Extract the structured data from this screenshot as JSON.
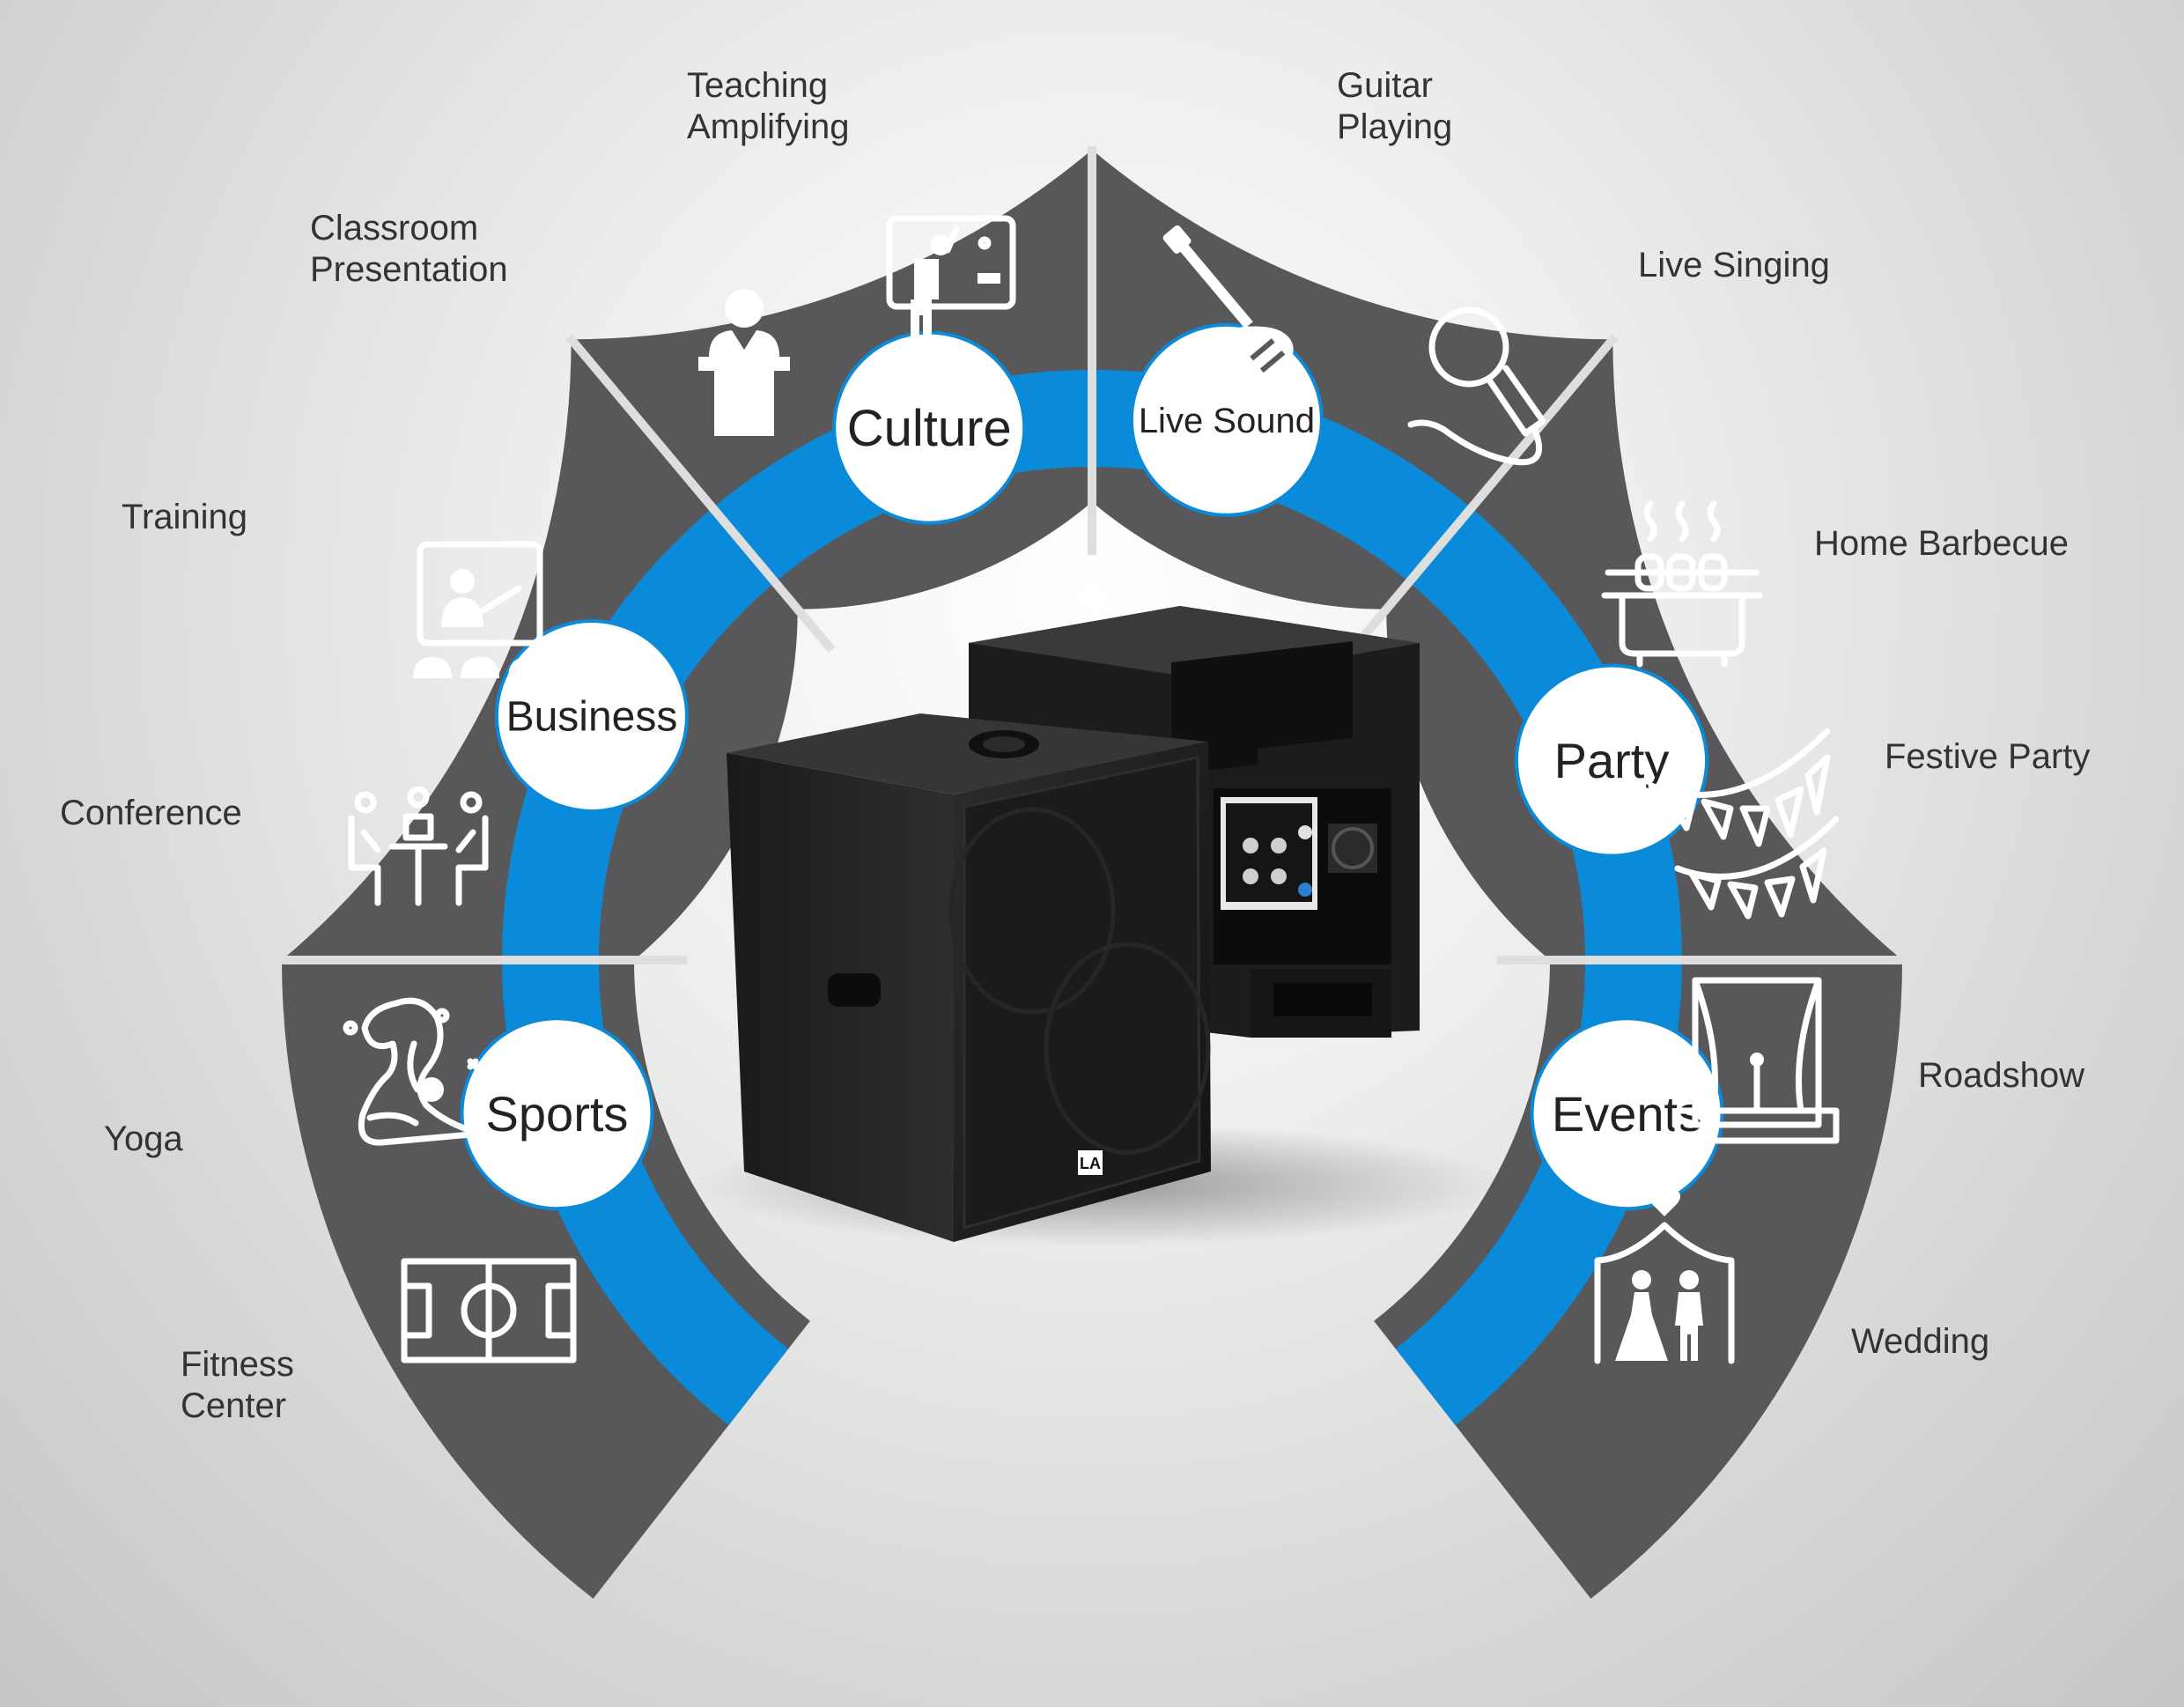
{
  "colors": {
    "panel": "#58585a",
    "ring": "#0a8ad8",
    "badge": "#ffffff",
    "background": "#dcdcdc"
  },
  "categories": [
    {
      "label": "Culture",
      "icons": [
        "podium-speaker-icon",
        "teacher-blackboard-icon"
      ],
      "uses": [
        "Classroom\nPresentation",
        "Teaching\nAmplifying"
      ]
    },
    {
      "label": "Live Sound",
      "icons": [
        "electric-guitar-icon",
        "microphone-icon"
      ],
      "uses": [
        "Guitar\nPlaying",
        "Live Singing"
      ]
    },
    {
      "label": "Business",
      "icons": [
        "training-screen-icon",
        "meeting-table-icon"
      ],
      "uses": [
        "Training",
        "Conference"
      ]
    },
    {
      "label": "Party",
      "icons": [
        "barbecue-grill-icon",
        "bunting-flags-icon"
      ],
      "uses": [
        "Home Barbecue",
        "Festive Party"
      ]
    },
    {
      "label": "Sports",
      "icons": [
        "yoga-pose-icon",
        "football-field-icon"
      ],
      "uses": [
        "Yoga",
        "Fitness\nCenter"
      ]
    },
    {
      "label": "Events",
      "icons": [
        "stage-curtain-icon",
        "wedding-couple-icon"
      ],
      "uses": [
        "Roadshow",
        "Wedding"
      ]
    }
  ],
  "product": {
    "brand_mark": "LA",
    "image": "speaker-subwoofer-pair"
  }
}
